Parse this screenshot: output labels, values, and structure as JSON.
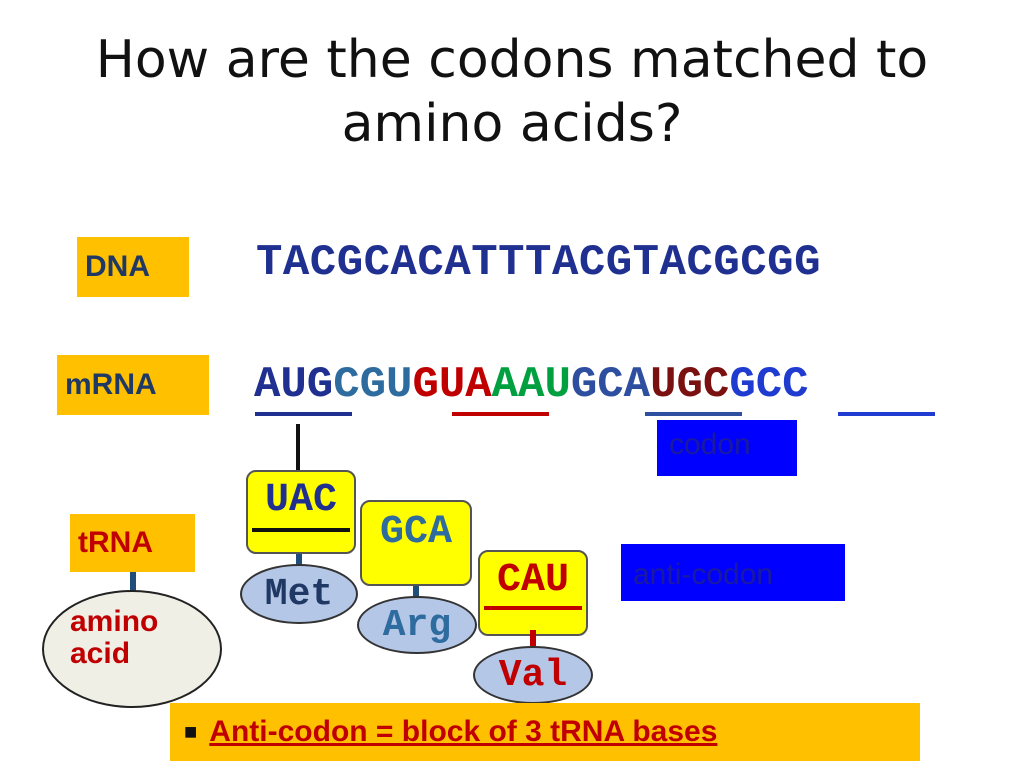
{
  "title_line1": "How are the codons matched to",
  "title_line2": "amino acids?",
  "labels": {
    "dna": "DNA",
    "mrna": "mRNA",
    "trna": "tRNA",
    "amino_acid_line1": "amino",
    "amino_acid_line2": "acid"
  },
  "dna_sequence": "TACGCACATTTACGTACGCGG",
  "mrna_codons": [
    {
      "text": "AUG",
      "color": "#1f3090"
    },
    {
      "text": "CGU",
      "color": "#2e6b9e"
    },
    {
      "text": "GUA",
      "color": "#c00000"
    },
    {
      "text": "AAU",
      "color": "#00a040"
    },
    {
      "text": "GCA",
      "color": "#2e4fa0"
    },
    {
      "text": "UGC",
      "color": "#7a1010"
    },
    {
      "text": "GCC",
      "color": "#1f3bd0"
    }
  ],
  "codon_label": "codon",
  "anticodon_label": "anti-codon",
  "trnas": [
    {
      "anticodon": "UAC",
      "amino_acid": "Met",
      "color": "#1f3090"
    },
    {
      "anticodon": "GCA",
      "amino_acid": "Arg",
      "color": "#2e6b9e"
    },
    {
      "anticodon": "CAU",
      "amino_acid": "Val",
      "color": "#c00000"
    }
  ],
  "footer": {
    "bullet": "■",
    "text": "Anti-codon = block of 3 tRNA bases"
  }
}
